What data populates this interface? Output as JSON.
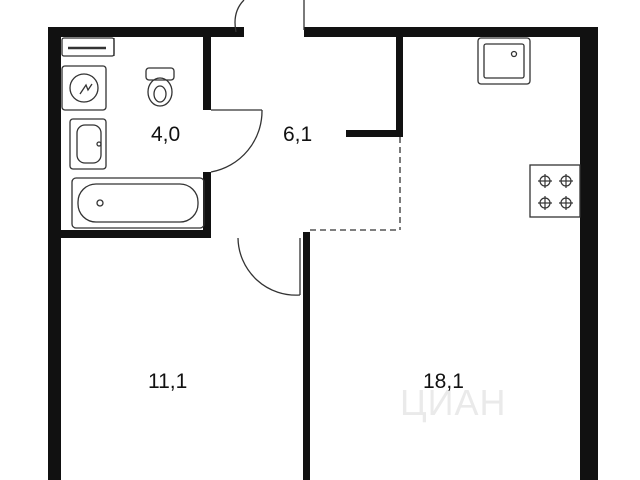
{
  "rooms": {
    "bathroom": {
      "area": "4,0"
    },
    "hallway": {
      "area": "6,1"
    },
    "bedroom": {
      "area": "11,1"
    },
    "kitchen_living": {
      "area": "18,1"
    }
  },
  "watermark": {
    "text": "ЦИАН"
  },
  "colors": {
    "wall": "#111111",
    "fixture": "#333333",
    "background": "#ffffff"
  }
}
